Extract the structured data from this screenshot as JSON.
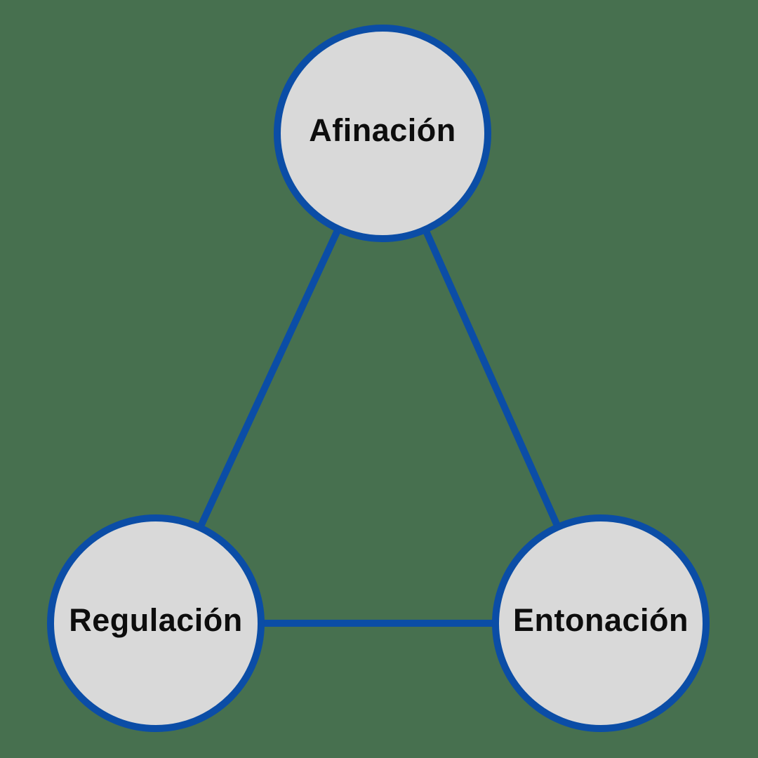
{
  "diagram": {
    "type": "triangle-relationship",
    "nodes": [
      {
        "id": "afinacion",
        "label": "Afinación"
      },
      {
        "id": "regulacion",
        "label": "Regulación"
      },
      {
        "id": "entonacion",
        "label": "Entonación"
      }
    ],
    "edges": [
      {
        "from": "afinacion",
        "to": "regulacion"
      },
      {
        "from": "afinacion",
        "to": "entonacion"
      },
      {
        "from": "regulacion",
        "to": "entonacion"
      }
    ],
    "colors": {
      "background": "#47704F",
      "node_fill": "#D9D9D9",
      "stroke_blue": "#0B4DA6",
      "text": "#0D0D0D"
    }
  }
}
